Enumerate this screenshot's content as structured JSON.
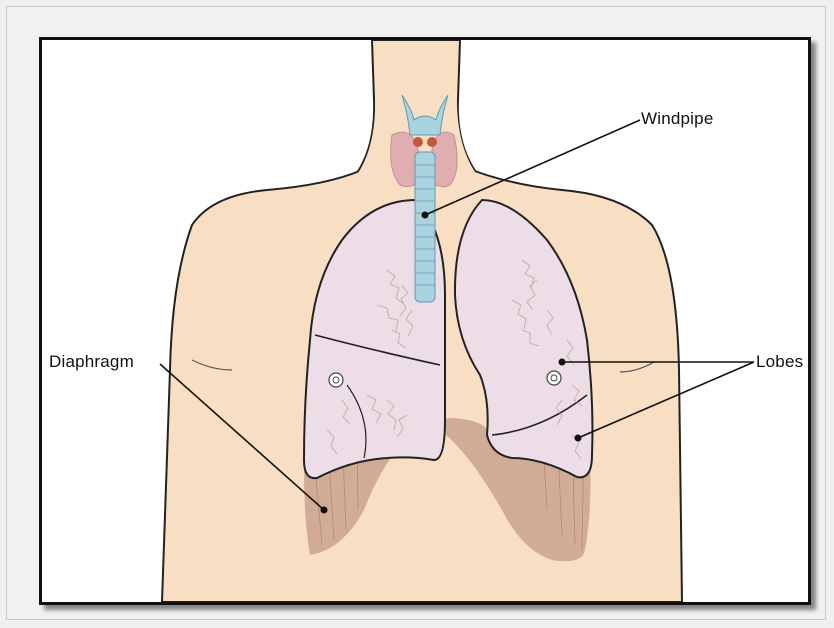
{
  "labels": {
    "windpipe": "Windpipe",
    "diaphragm": "Diaphragm",
    "lobes": "Lobes"
  },
  "colors": {
    "skin": "#f8dfc3",
    "lung": "#ecdde6",
    "trachea": "#a9d3df",
    "thyroid": "#e0aeb1",
    "diaphragm": "#c9a28e",
    "outline": "#111111"
  }
}
